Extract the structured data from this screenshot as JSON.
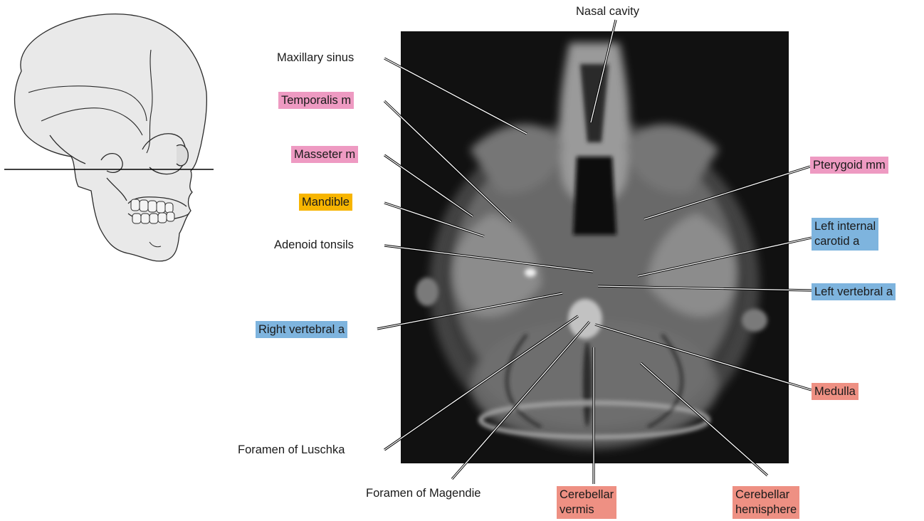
{
  "colors": {
    "pink": "#ee9ac2",
    "yellow": "#f7b500",
    "blue": "#7eb4de",
    "red": "#ee9083",
    "mri_bg": "#111111",
    "skull_fill": "#e9e9e9"
  },
  "skull": {
    "icon": "skull-lateral-view-icon",
    "plane": "axial-slice-line"
  },
  "labels": {
    "nasal_cavity": "Nasal cavity",
    "maxillary_sinus": "Maxillary sinus",
    "temporalis": "Temporalis m",
    "masseter": "Masseter m",
    "mandible": "Mandible",
    "adenoid": "Adenoid tonsils",
    "right_vertebral": "Right vertebral a",
    "foramen_luschka": "Foramen of Luschka",
    "foramen_magendie": "Foramen of Magendie",
    "pterygoid": "Pterygoid mm",
    "left_internal_carotid_1": "Left internal",
    "left_internal_carotid_2": "carotid a",
    "left_vertebral": "Left vertebral a",
    "medulla": "Medulla",
    "cerebellar_vermis_1": "Cerebellar",
    "cerebellar_vermis_2": "vermis",
    "cerebellar_hemisphere_1": "Cerebellar",
    "cerebellar_hemisphere_2": "hemisphere"
  }
}
